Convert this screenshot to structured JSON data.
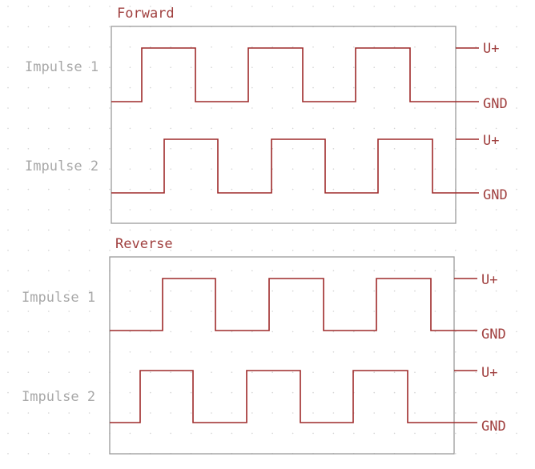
{
  "colors": {
    "wire": "#9e2a2a",
    "title": "#a0403f",
    "label": "#a8a8a8",
    "frame": "#9a9a9a",
    "grid": "#d4d4d4"
  },
  "panels": [
    {
      "title": "Forward",
      "channels": [
        {
          "label": "Impulse 1",
          "top_pin": "U+",
          "bottom_pin": "GND",
          "pattern": [
            0,
            1,
            0,
            1,
            0,
            1,
            0
          ]
        },
        {
          "label": "Impulse 2",
          "top_pin": "U+",
          "bottom_pin": "GND",
          "pattern": [
            0,
            1,
            0,
            1,
            0,
            1,
            0
          ]
        }
      ]
    },
    {
      "title": "Reverse",
      "channels": [
        {
          "label": "Impulse 1",
          "top_pin": "U+",
          "bottom_pin": "GND",
          "pattern": [
            0,
            1,
            0,
            1,
            0,
            1,
            0
          ]
        },
        {
          "label": "Impulse 2",
          "top_pin": "U+",
          "bottom_pin": "GND",
          "pattern": [
            0,
            1,
            0,
            1,
            0,
            1,
            0
          ]
        }
      ]
    }
  ]
}
